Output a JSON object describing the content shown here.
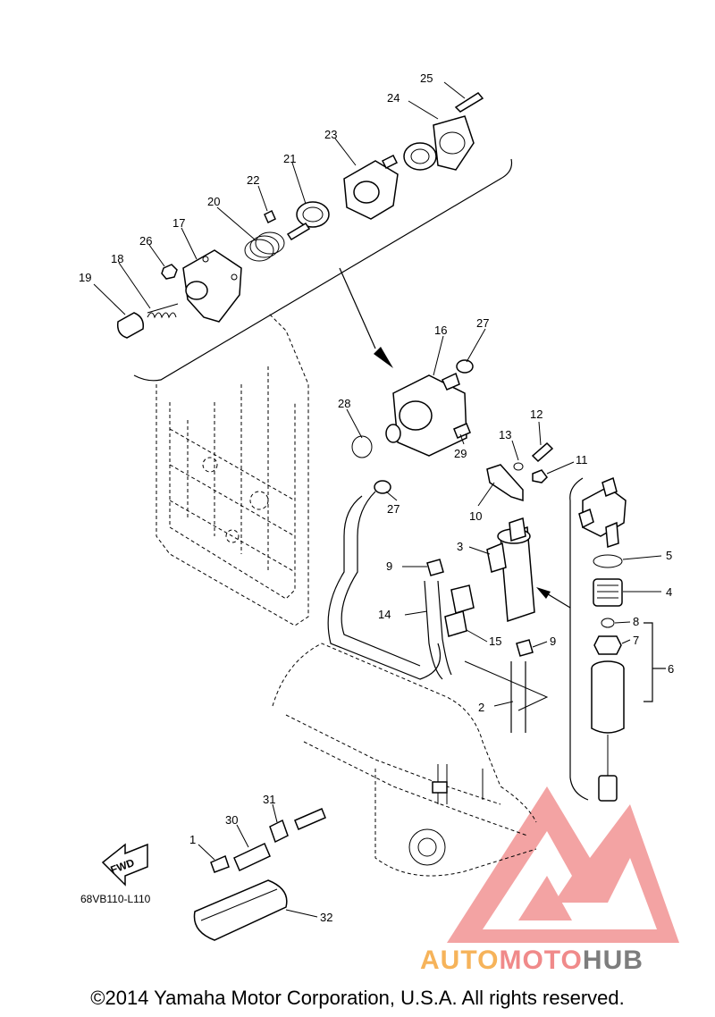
{
  "diagram": {
    "ref_code": "68VB110-L110",
    "fwd_label": "FWD",
    "callouts": [
      "1",
      "2",
      "3",
      "4",
      "5",
      "6",
      "7",
      "8",
      "9",
      "9",
      "10",
      "11",
      "12",
      "13",
      "14",
      "15",
      "16",
      "17",
      "18",
      "19",
      "20",
      "21",
      "22",
      "23",
      "24",
      "25",
      "26",
      "27",
      "27",
      "28",
      "29",
      "30",
      "31",
      "32"
    ]
  },
  "footer": {
    "copyright": "©2014 Yamaha Motor Corporation, U.S.A. All rights reserved."
  },
  "watermark": {
    "part_a": "AUTO",
    "part_b": "MOTO",
    "part_c": "HUB",
    "colors": {
      "triangle": "#f08a8a",
      "auto": "#f6b35a",
      "moto": "#f08a8a",
      "hub": "#7d7d7d"
    }
  }
}
